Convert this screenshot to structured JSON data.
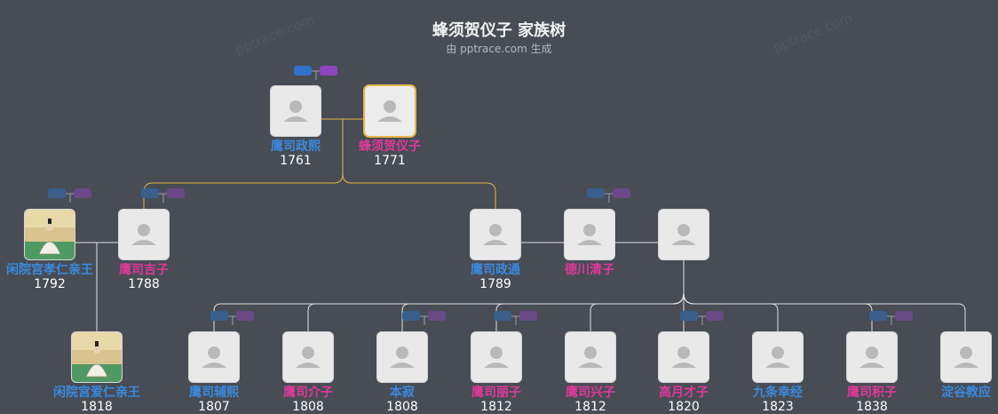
{
  "title": "蜂须贺仪子 家族树",
  "subtitle": "由 pptrace.com 生成",
  "watermark": "pptrace.com",
  "colors": {
    "background": "#474c55",
    "male": "#3b8ae0",
    "female": "#e1399a",
    "line": "#e0e0e0",
    "focus_line": "#e8b648",
    "card": "#e9e9e9"
  },
  "people": [
    {
      "id": "p1",
      "name": "鹰司政熙",
      "year": "1761",
      "gender": "m",
      "photo": "placeholder"
    },
    {
      "id": "p2",
      "name": "蜂须贺仪子",
      "year": "1771",
      "gender": "f",
      "photo": "placeholder",
      "focus": true
    },
    {
      "id": "p3",
      "name": "闲院宫孝仁亲王",
      "year": "1792",
      "gender": "m",
      "photo": "portrait"
    },
    {
      "id": "p4",
      "name": "鹰司吉子",
      "year": "1788",
      "gender": "f",
      "photo": "placeholder"
    },
    {
      "id": "p5",
      "name": "鹰司政通",
      "year": "1789",
      "gender": "m",
      "photo": "placeholder"
    },
    {
      "id": "p6",
      "name": "德川清子",
      "year": "",
      "gender": "f",
      "photo": "placeholder"
    },
    {
      "id": "p7",
      "name": "",
      "year": "",
      "gender": "f",
      "photo": "placeholder"
    },
    {
      "id": "p8",
      "name": "闲院宫爱仁亲王",
      "year": "1818",
      "gender": "m",
      "photo": "portrait"
    },
    {
      "id": "p9",
      "name": "鹰司辅熙",
      "year": "1807",
      "gender": "m",
      "photo": "placeholder"
    },
    {
      "id": "p10",
      "name": "鹰司介子",
      "year": "1808",
      "gender": "f",
      "photo": "placeholder"
    },
    {
      "id": "p11",
      "name": "本寂",
      "year": "1808",
      "gender": "m",
      "photo": "placeholder"
    },
    {
      "id": "p12",
      "name": "鹰司丽子",
      "year": "1812",
      "gender": "f",
      "photo": "placeholder"
    },
    {
      "id": "p13",
      "name": "鹰司兴子",
      "year": "1812",
      "gender": "f",
      "photo": "placeholder"
    },
    {
      "id": "p14",
      "name": "高月才子",
      "year": "1820",
      "gender": "f",
      "photo": "placeholder"
    },
    {
      "id": "p15",
      "name": "九条幸经",
      "year": "1823",
      "gender": "m",
      "photo": "placeholder"
    },
    {
      "id": "p16",
      "name": "鹰司积子",
      "year": "1838",
      "gender": "f",
      "photo": "placeholder"
    },
    {
      "id": "p17",
      "name": "淀谷教应",
      "year": "",
      "gender": "m",
      "photo": "placeholder"
    }
  ]
}
